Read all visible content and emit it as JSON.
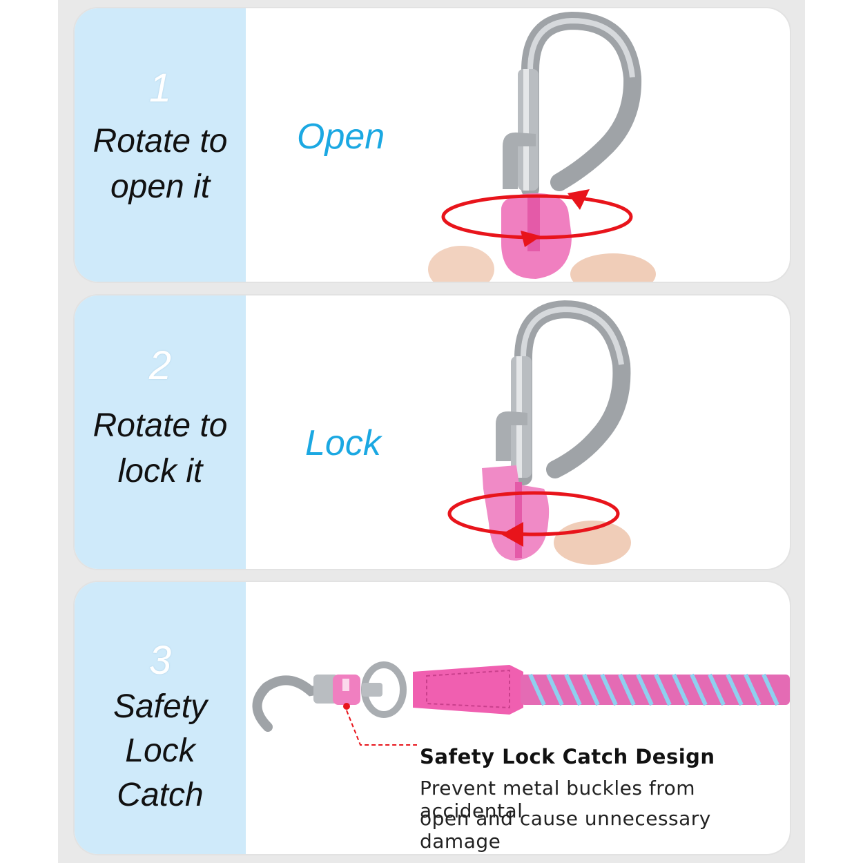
{
  "steps": [
    {
      "number": "1",
      "label_line1": "Rotate to",
      "label_line2": "open it",
      "action": "Open"
    },
    {
      "number": "2",
      "label_line1": "Rotate to",
      "label_line2": "lock it",
      "action": "Lock"
    },
    {
      "number": "3",
      "label_line1": "Safety",
      "label_line2": "Lock",
      "label_line3": "Catch"
    }
  ],
  "feature_note": {
    "title": "Safety Lock Catch Design",
    "line1": "Prevent metal buckles from accidental",
    "line2": "open and cause unnecessary damage"
  },
  "colors": {
    "side_panel": "#cfeafa",
    "action_text": "#1ba8e2",
    "arrow": "#e8141b",
    "lock_pink": "#f06cb6"
  }
}
